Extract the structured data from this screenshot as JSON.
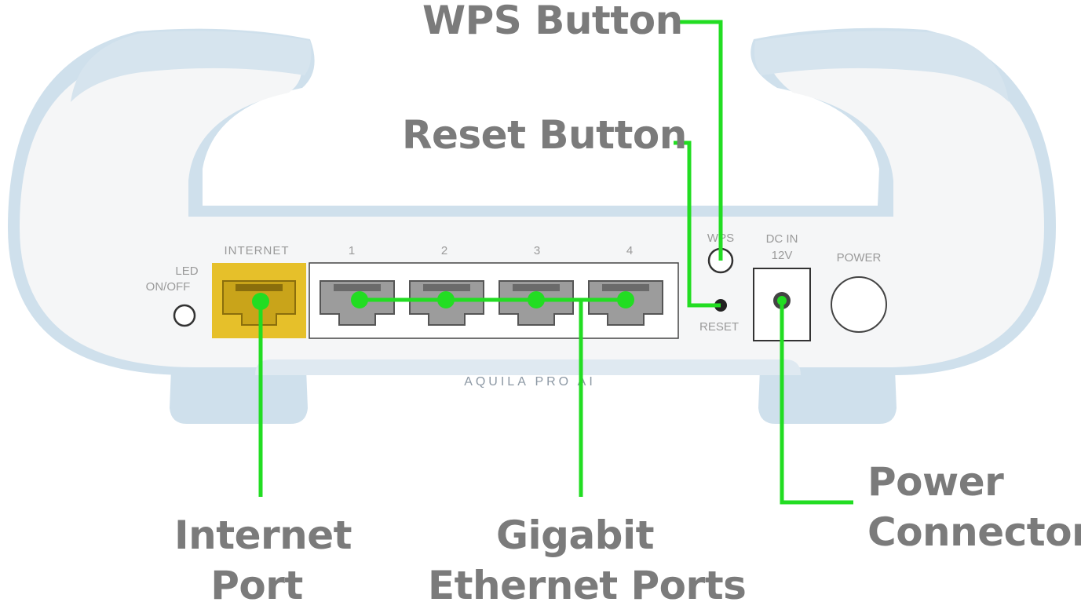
{
  "callouts": {
    "wps": "WPS Button",
    "reset": "Reset Button",
    "power_line1": "Power",
    "power_line2": "Connector",
    "internet_line1": "Internet",
    "internet_line2": "Port",
    "gigabit_line1": "Gigabit",
    "gigabit_line2": "Ethernet Ports"
  },
  "device": {
    "led_line1": "LED",
    "led_line2": "ON/OFF",
    "internet_label": "INTERNET",
    "lan_ports": [
      "1",
      "2",
      "3",
      "4"
    ],
    "wps_label": "WPS",
    "reset_label": "RESET",
    "dc_line1": "DC IN",
    "dc_line2": "12V",
    "power_label": "POWER",
    "brand": "AQUILA PRO AI"
  },
  "colors": {
    "callout_line": "#22dd22",
    "callout_text": "#7b7b7b",
    "internet_port": "#e6c02a",
    "device_body": "#f4f5f6",
    "device_trim": "#cfe0ec"
  }
}
